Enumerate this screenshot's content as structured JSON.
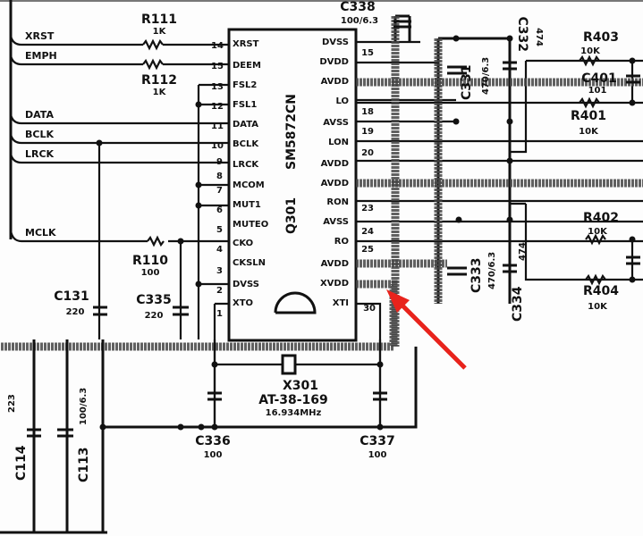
{
  "chip": {
    "part": "SM5872CN",
    "ref": "Q301"
  },
  "signals": {
    "xrst": "XRST",
    "emph": "EMPH",
    "data": "DATA",
    "bclk": "BCLK",
    "lrck": "LRCK",
    "mclk": "MCLK"
  },
  "left_pins": [
    {
      "num": "14",
      "name": "XRST"
    },
    {
      "num": "15",
      "name": "DEEM"
    },
    {
      "num": "13",
      "name": "FSL2"
    },
    {
      "num": "12",
      "name": "FSL1"
    },
    {
      "num": "11",
      "name": "DATA"
    },
    {
      "num": "10",
      "name": "BCLK"
    },
    {
      "num": "9",
      "name": "LRCK"
    },
    {
      "num": "8",
      "name": ""
    },
    {
      "num": "7",
      "name": "MCOM"
    },
    {
      "num": "6",
      "name": "MUT1"
    },
    {
      "num": "5",
      "name": "MUTEO"
    },
    {
      "num": "4",
      "name": "CKO"
    },
    {
      "num": "3",
      "name": "CKSLN"
    },
    {
      "num": "2",
      "name": "DVSS"
    },
    {
      "num": "1",
      "name": "XTO"
    }
  ],
  "right_pins": [
    {
      "num": "",
      "name": "DVSS"
    },
    {
      "num": "15",
      "name": "DVDD"
    },
    {
      "num": "",
      "name": "AVDD"
    },
    {
      "num": "",
      "name": "LO"
    },
    {
      "num": "18",
      "name": "AVSS"
    },
    {
      "num": "19",
      "name": "LON"
    },
    {
      "num": "20",
      "name": "AVDD"
    },
    {
      "num": "",
      "name": "AVDD"
    },
    {
      "num": "23",
      "name": "RON"
    },
    {
      "num": "24",
      "name": "AVSS"
    },
    {
      "num": "25",
      "name": "RO"
    },
    {
      "num": "",
      "name": "AVDD"
    },
    {
      "num": "",
      "name": "XVDD"
    },
    {
      "num": "30",
      "name": "XTI"
    }
  ],
  "components": {
    "r111": {
      "ref": "R111",
      "value": "1K"
    },
    "r112": {
      "ref": "R112",
      "value": "1K"
    },
    "r110": {
      "ref": "R110",
      "value": "100"
    },
    "c131": {
      "ref": "C131",
      "value": "220"
    },
    "c335": {
      "ref": "C335",
      "value": "220"
    },
    "c338": {
      "ref": "C338",
      "value": "100/6.3"
    },
    "c331": {
      "ref": "C331",
      "value": "470/6.3"
    },
    "c332": {
      "ref": "C332",
      "value": "474"
    },
    "c333": {
      "ref": "C333",
      "value": "470/6.3"
    },
    "c334": {
      "ref": "C334",
      "value": "474"
    },
    "r403": {
      "ref": "R403",
      "value": "10K"
    },
    "c401": {
      "ref": "C401",
      "value": "101"
    },
    "r401": {
      "ref": "R401",
      "value": "10K"
    },
    "r402": {
      "ref": "R402",
      "value": "10K"
    },
    "r404": {
      "ref": "R404",
      "value": "10K"
    },
    "x301": {
      "ref": "X301",
      "value": "AT-38-169",
      "freq": "16.934MHz"
    },
    "c336": {
      "ref": "C336",
      "value": "100"
    },
    "c337": {
      "ref": "C337",
      "value": "100"
    },
    "c114": {
      "ref": "C114",
      "value": "223"
    },
    "c113": {
      "ref": "C113",
      "value": "100/6.3"
    }
  },
  "annotation": {
    "arrow_color": "#e8231c",
    "target_pin": "XTI"
  }
}
